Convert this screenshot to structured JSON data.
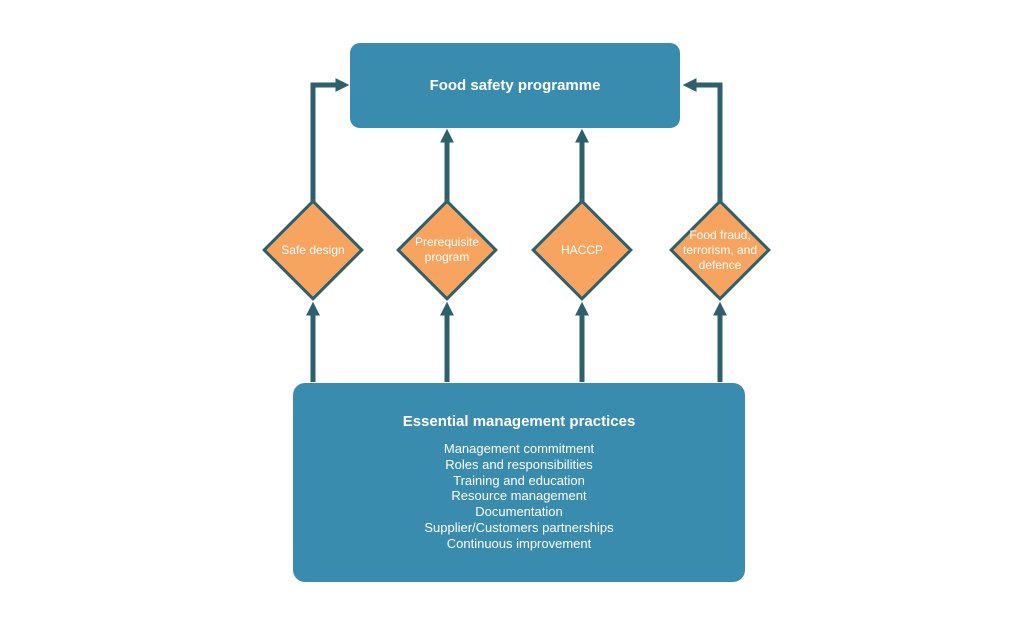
{
  "diagram": {
    "title_node": {
      "label": "Food safety programme"
    },
    "diamonds": [
      {
        "label": "Safe design"
      },
      {
        "label": "Prerequisite program"
      },
      {
        "label": "HACCP"
      },
      {
        "label": "Food fraud, terrorism, and defence"
      }
    ],
    "foundation_node": {
      "title": "Essential management practices",
      "items": [
        "Management commitment",
        "Roles and responsibilities",
        "Training and education",
        "Resource management",
        "Documentation",
        "Supplier/Customers partnerships",
        "Continuous improvement"
      ]
    },
    "colors": {
      "box_fill": "#3a8caf",
      "diamond_fill": "#f6a45f",
      "line_color": "#2d5f6d",
      "text_color": "#ffffff"
    }
  }
}
